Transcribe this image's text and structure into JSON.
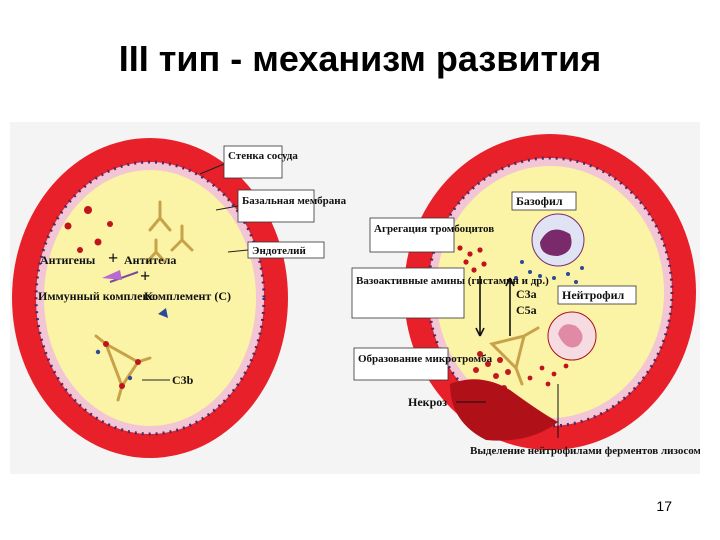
{
  "slide": {
    "title": "III тип - механизм развития",
    "page_number": "17"
  },
  "diagram": {
    "left": {
      "vessel_wall": "Стенка сосуда",
      "basement_membrane": "Базальная мембрана",
      "endothelium": "Эндотелий",
      "antigens": "Антигены",
      "antibodies": "Антитела",
      "plus1": "+",
      "plus2": "+",
      "complement": "Комплемент (C)",
      "immune_complex": "Иммунный комплекс",
      "c3b": "C3b"
    },
    "right": {
      "basophil": "Базофил",
      "platelet_aggregation": "Агрегация тромбоцитов",
      "vasoactive_amines": "Вазоактивные амины (гистамин и др.)",
      "c3a": "C3a",
      "c5a": "C5a",
      "neutrophil": "Нейтрофил",
      "microthrombus": "Образование микротромба",
      "necrosis": "Некроз",
      "lysosome_enzymes": "Выделение нейтрофилами ферментов лизосом"
    }
  },
  "colors": {
    "vessel_red": "#e8202a",
    "dark_red": "#b01018",
    "endothelium_pink": "#f2c6d4",
    "lumen_yellow": "#fbf3a6",
    "antibody_gold": "#c8a24a",
    "thrombus": "#c21820",
    "basophil_purple": "#7a2a6a",
    "lumen_blue_dots": "#2c4a9a"
  }
}
